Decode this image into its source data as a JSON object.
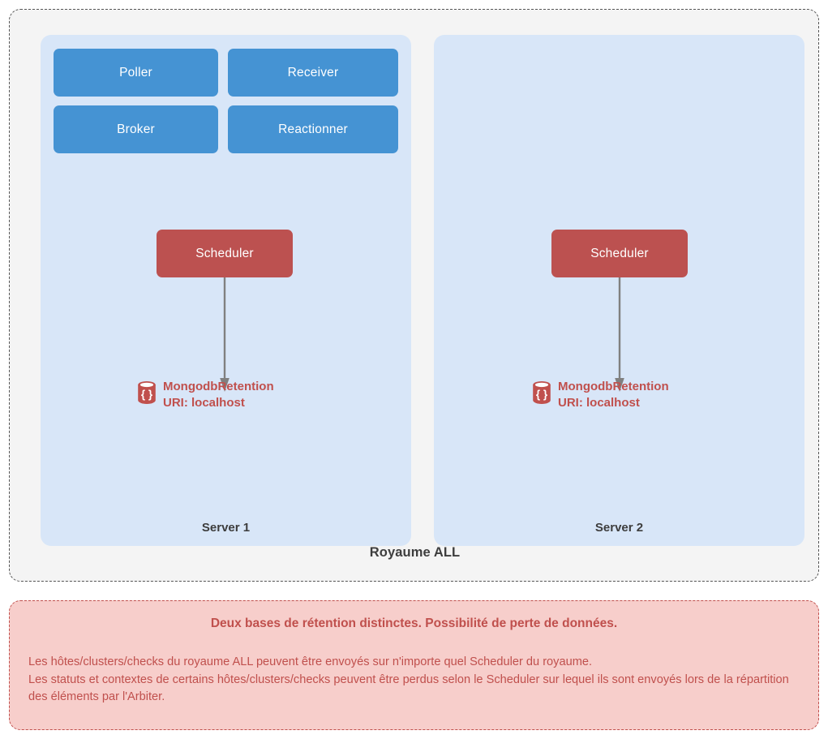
{
  "realm": {
    "label": "Royaume ALL",
    "servers": [
      {
        "name": "Server 1",
        "daemons": [
          "Poller",
          "Receiver",
          "Broker",
          "Reactionner"
        ],
        "scheduler": "Scheduler",
        "retention": {
          "icon": "database-icon",
          "name": "MongodbRetention",
          "uri": "URI: localhost"
        },
        "arrow": "arrow-down-icon"
      },
      {
        "name": "Server 2",
        "daemons": [],
        "scheduler": "Scheduler",
        "retention": {
          "icon": "database-icon",
          "name": "MongodbRetention",
          "uri": "URI: localhost"
        },
        "arrow": "arrow-down-icon"
      }
    ]
  },
  "warning": {
    "title": "Deux bases de rétention distinctes. Possibilité de perte de données.",
    "line1": "Les hôtes/clusters/checks du royaume ALL peuvent être envoyés sur n'importe quel Scheduler du royaume.",
    "line2": "Les statuts et contextes de certains hôtes/clusters/checks peuvent être perdus selon le Scheduler sur lequel ils sont envoyés lors de la répartition des éléments par l'Arbiter."
  },
  "colors": {
    "daemon_blue": "#4593d3",
    "scheduler_red": "#bc5150",
    "server_panel_blue": "#d8e6f8",
    "realm_bg": "#f4f4f4",
    "realm_border": "#555555",
    "warning_bg": "#f7cecb",
    "warning_border": "#c0504d",
    "warning_text": "#c0504d",
    "arrow_gray": "#808080",
    "label_text": "#3d3d3d"
  }
}
